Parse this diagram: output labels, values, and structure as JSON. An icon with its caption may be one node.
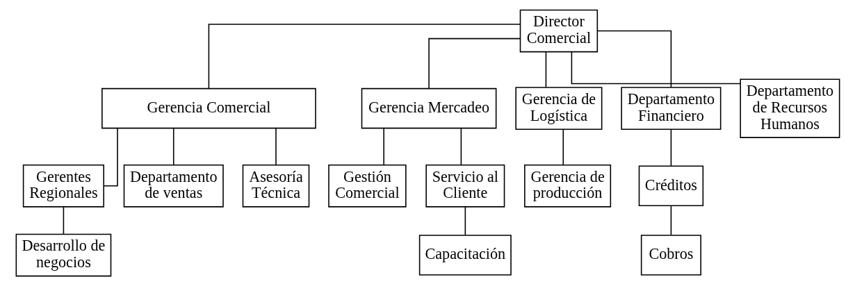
{
  "diagram": {
    "nodes": [
      {
        "text": [
          "Director Comercial"
        ]
      },
      {
        "text": [
          "Gerencia Comercial"
        ]
      },
      {
        "text": [
          "Gerencia Mercadeo"
        ]
      },
      {
        "text": [
          "Gerencia de Logística"
        ]
      },
      {
        "text": [
          "Departamento Financiero"
        ]
      },
      {
        "text": [
          "Departamento de Recursos Humanos"
        ]
      },
      {
        "text": [
          "Gerentes Regionales"
        ]
      },
      {
        "text": [
          "Departamento de ventas"
        ]
      },
      {
        "text": [
          "Asesoría Técnica"
        ]
      },
      {
        "text": [
          "Gestión Comercial"
        ]
      },
      {
        "text": [
          "Servicio al Cliente"
        ]
      },
      {
        "text": [
          "Gerencia de producción"
        ]
      },
      {
        "text": [
          "Créditos"
        ]
      },
      {
        "text": [
          "Desarrollo de negocios"
        ]
      },
      {
        "text": [
          "Capacitación"
        ]
      },
      {
        "text": [
          "Cobros"
        ]
      }
    ],
    "edges": [
      {
        "from": 0,
        "to": 1,
        "arrow": "none"
      },
      {
        "from": 0,
        "to": 2,
        "arrow": "none"
      },
      {
        "from": 0,
        "to": 3,
        "arrow": "none"
      },
      {
        "from": 0,
        "to": 4,
        "arrow": "none"
      },
      {
        "from": 0,
        "to": 5,
        "arrow": "none"
      },
      {
        "from": 1,
        "to": 6,
        "arrow": "none"
      },
      {
        "from": 1,
        "to": 7,
        "arrow": "none"
      },
      {
        "from": 1,
        "to": 8,
        "arrow": "none"
      },
      {
        "from": 2,
        "to": 9,
        "arrow": "none"
      },
      {
        "from": 2,
        "to": 10,
        "arrow": "none"
      },
      {
        "from": 3,
        "to": 11,
        "arrow": "none"
      },
      {
        "from": 4,
        "to": 12,
        "arrow": "none"
      },
      {
        "from": 6,
        "to": 13,
        "arrow": "none"
      },
      {
        "from": 10,
        "to": 14,
        "arrow": "none"
      },
      {
        "from": 12,
        "to": 15,
        "arrow": "none"
      }
    ]
  }
}
